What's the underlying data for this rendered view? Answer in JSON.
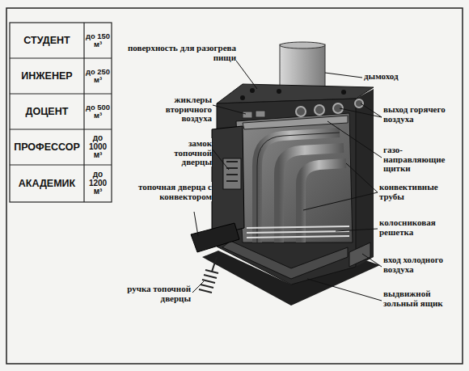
{
  "diagram": {
    "labels": [
      "СТУДЕНТ",
      "до 150 м³",
      "ИНЖЕНЕР",
      "до 250 м³",
      "ДОЦЕНТ",
      "до 500 м³",
      "ПРОФЕССОР",
      "до 1000 м³",
      "АКАДЕМИК",
      "до 1200 м³",
      "поверхность для разогрева пищи",
      "дымоход",
      "жиклеры вторичного воздуха",
      "выход горячего воздуха",
      "замок топочной дверцы",
      "газо- направляющие щитки",
      "конвективные трубы",
      "топочная дверца с конвектором",
      "колосниковая решетка",
      "вход холодного воздуха",
      "ручка топочной дверцы",
      "выдвижной зольный ящик"
    ]
  }
}
